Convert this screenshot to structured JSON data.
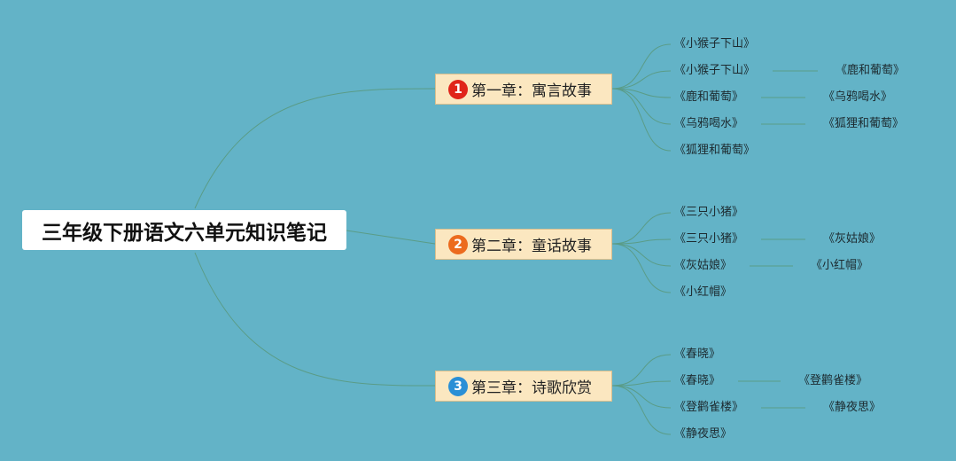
{
  "root": {
    "title": "三年级下册语文六单元知识笔记"
  },
  "colors": {
    "background": "#63b3c7",
    "branch_line": "#5a9c87",
    "chapter_fill": "#fbe7c0",
    "badge_1": "#e0241a",
    "badge_2": "#ec6b1e",
    "badge_3": "#2a8fd6"
  },
  "chapters": [
    {
      "badge": "1",
      "label": "第一章：寓言故事",
      "rows": [
        {
          "main": "《小猴子下山》"
        },
        {
          "main": "《小猴子下山》",
          "link": "《鹿和葡萄》"
        },
        {
          "main": "《鹿和葡萄》",
          "link": "《乌鸦喝水》"
        },
        {
          "main": "《乌鸦喝水》",
          "link": "《狐狸和葡萄》"
        },
        {
          "main": "《狐狸和葡萄》"
        }
      ]
    },
    {
      "badge": "2",
      "label": "第二章：童话故事",
      "rows": [
        {
          "main": "《三只小猪》"
        },
        {
          "main": "《三只小猪》",
          "link": "《灰姑娘》"
        },
        {
          "main": "《灰姑娘》",
          "link": "《小红帽》"
        },
        {
          "main": "《小红帽》"
        }
      ]
    },
    {
      "badge": "3",
      "label": "第三章：诗歌欣赏",
      "rows": [
        {
          "main": "《春晓》"
        },
        {
          "main": "《春晓》",
          "link": "《登鹳雀楼》"
        },
        {
          "main": "《登鹳雀楼》",
          "link": "《静夜思》"
        },
        {
          "main": "《静夜思》"
        }
      ]
    }
  ]
}
